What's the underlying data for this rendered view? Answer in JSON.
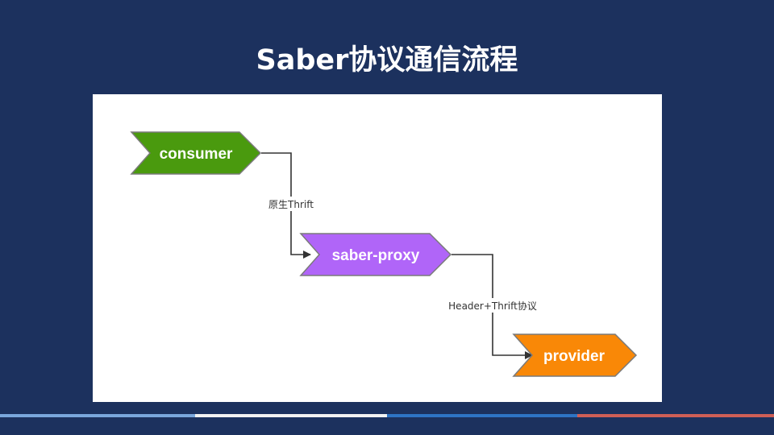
{
  "title": "Saber协议通信流程",
  "diagram": {
    "nodes": [
      {
        "id": "consumer",
        "label": "consumer",
        "color": "#4a9a0e"
      },
      {
        "id": "saber-proxy",
        "label": "saber-proxy",
        "color": "#b065f8"
      },
      {
        "id": "provider",
        "label": "provider",
        "color": "#f98807"
      }
    ],
    "edges": [
      {
        "from": "consumer",
        "to": "saber-proxy",
        "label": "原生Thrift"
      },
      {
        "from": "saber-proxy",
        "to": "provider",
        "label": "Header+Thrift协议"
      }
    ],
    "node_border_color": "#7a7a7a",
    "edge_color": "#333333"
  },
  "footer_stripes": [
    "#7aa7dc",
    "#f2f2f2",
    "#2e74c5",
    "#cf5f56"
  ]
}
